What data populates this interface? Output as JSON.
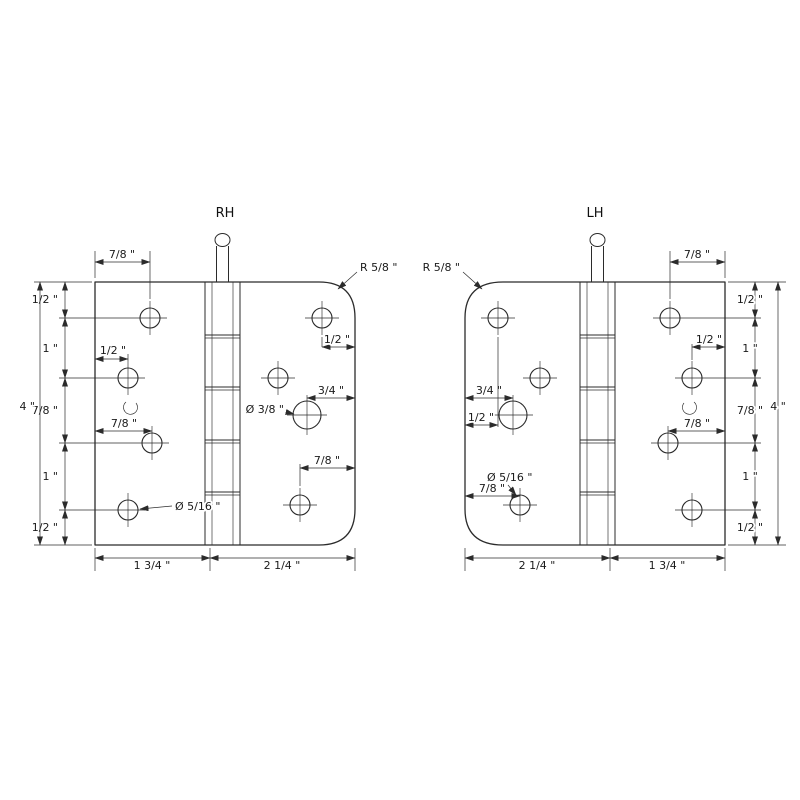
{
  "colors": {
    "line": "#2b2b2b",
    "text": "#1a1a1a",
    "background": "#ffffff"
  },
  "rh": {
    "title": "RH",
    "radius": "R 5/8 \"",
    "top_offset": "7/8 \"",
    "chain": [
      "1/2 \"",
      "1 \"",
      "7/8 \"",
      "1 \"",
      "1/2 \""
    ],
    "overall": "4 \"",
    "callouts": {
      "left_a": "1/2 \"",
      "left_b": "7/8 \"",
      "small_dia": "Ø 5/16 \"",
      "right_a": "1/2 \"",
      "right_b": "3/4 \"",
      "big_dia": "Ø 3/8 \"",
      "right_c": "7/8 \""
    },
    "widths": [
      "1 3/4 \"",
      "2 1/4 \""
    ]
  },
  "lh": {
    "title": "LH",
    "radius": "R 5/8 \"",
    "top_offset": "7/8 \"",
    "chain": [
      "1/2 \"",
      "1 \"",
      "7/8 \"",
      "1 \"",
      "1/2 \""
    ],
    "overall": "4 \"",
    "callouts": {
      "left_a": "3/4 \"",
      "left_b": "1/2 \"",
      "small_dia": "Ø 5/16 \"",
      "left_c": "7/8 \"",
      "right_a": "1/2 \"",
      "right_b": "7/8 \""
    },
    "widths": [
      "2 1/4 \"",
      "1 3/4 \""
    ]
  }
}
